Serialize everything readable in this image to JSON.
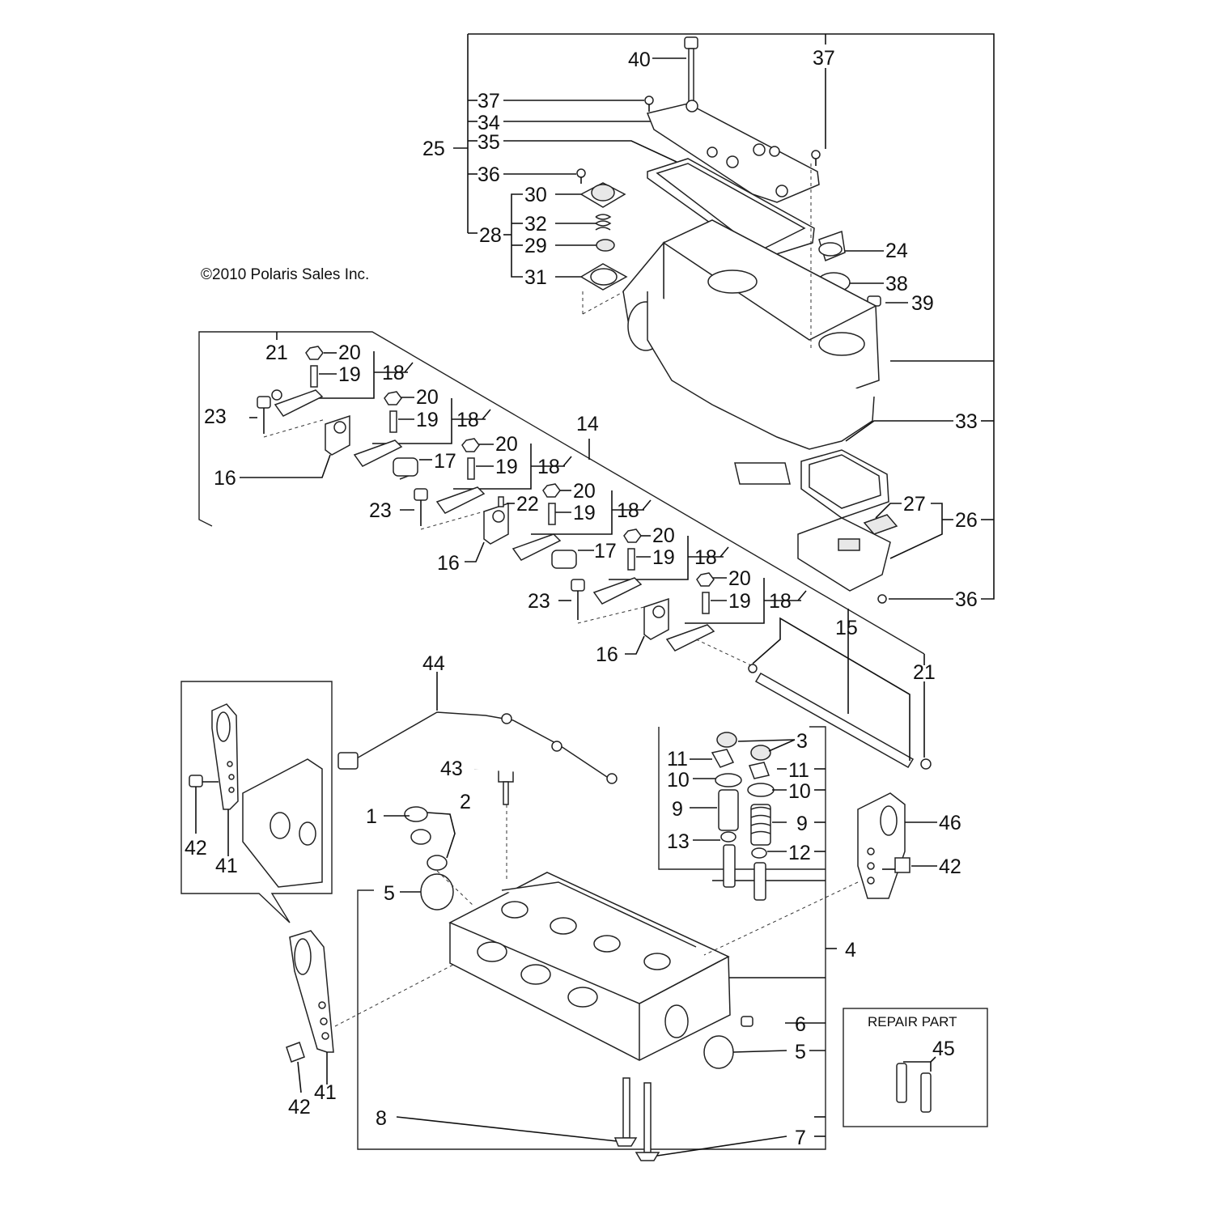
{
  "copyright": "©2010 Polaris Sales Inc.",
  "repair_part_title": "REPAIR PART",
  "callouts": {
    "n1": "1",
    "n2": "2",
    "n3": "3",
    "n4": "4",
    "n5a": "5",
    "n5b": "5",
    "n6": "6",
    "n7": "7",
    "n8": "8",
    "n9a": "9",
    "n9b": "9",
    "n10a": "10",
    "n10b": "10",
    "n11a": "11",
    "n11b": "11",
    "n12": "12",
    "n13": "13",
    "n14": "14",
    "n15": "15",
    "n16a": "16",
    "n16b": "16",
    "n16c": "16",
    "n17a": "17",
    "n17b": "17",
    "n18a": "18",
    "n18b": "18",
    "n18c": "18",
    "n18d": "18",
    "n18e": "18",
    "n18f": "18",
    "n19a": "19",
    "n19b": "19",
    "n19c": "19",
    "n19d": "19",
    "n19e": "19",
    "n19f": "19",
    "n20a": "20",
    "n20b": "20",
    "n20c": "20",
    "n20d": "20",
    "n20e": "20",
    "n20f": "20",
    "n21a": "21",
    "n21b": "21",
    "n22": "22",
    "n23a": "23",
    "n23b": "23",
    "n23c": "23",
    "n24": "24",
    "n25": "25",
    "n26": "26",
    "n27": "27",
    "n28": "28",
    "n29": "29",
    "n30": "30",
    "n31": "31",
    "n32": "32",
    "n33": "33",
    "n34": "34",
    "n35": "35",
    "n36a": "36",
    "n36b": "36",
    "n37a": "37",
    "n37b": "37",
    "n38": "38",
    "n39": "39",
    "n40": "40",
    "n41a": "41",
    "n41b": "41",
    "n42a": "42",
    "n42b": "42",
    "n42c": "42",
    "n43": "43",
    "n44": "44",
    "n45": "45",
    "n46": "46"
  }
}
